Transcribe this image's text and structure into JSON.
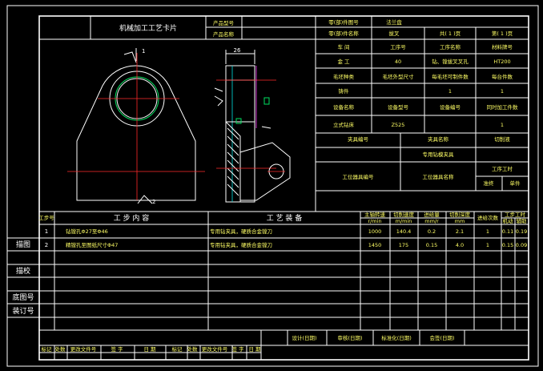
{
  "header": {
    "card_title": "机械加工工艺卡片",
    "product_model_label": "产品型号",
    "product_name_label": "产品名称",
    "part_no_label": "零(部)件图号",
    "part_no_value": "法兰盘",
    "part_name_label": "零(部)件名称",
    "part_name_value": "拔叉",
    "sheet_total": "共( 1 )页",
    "sheet_no": "第( 1 )页"
  },
  "info_rows": [
    [
      "车 间",
      "工序号",
      "工序名称",
      "材料牌号"
    ],
    [
      "金 工",
      "40",
      "钻、镗拔叉叉孔",
      "HT200"
    ],
    [
      "毛坯种类",
      "毛坯外型尺寸",
      "每毛坯可制件数",
      "每台件数"
    ],
    [
      "铸件",
      "",
      "1",
      "1"
    ],
    [
      "设备名称",
      "设备型号",
      "设备编号",
      "同时加工件数"
    ],
    [
      "立式钻床",
      "Z525",
      "",
      "1"
    ]
  ],
  "fixture": {
    "no_label": "夹具编号",
    "name_label": "夹具名称",
    "coolant_label": "切削液",
    "name_value": "专用钻模夹具",
    "tool_no_label": "工位器具编号",
    "tool_name_label": "工位器具名称",
    "hours_label": "工序工时",
    "prep_label": "准终",
    "unit_label": "单件"
  },
  "drawing": {
    "dim_label": "26",
    "mark_1": "1",
    "mark_2": "2"
  },
  "table": {
    "col_step": "工步号",
    "col_content": "工 步 内 容",
    "col_equip": "工 艺 装 备",
    "col_speed": "主轴转速",
    "col_speed_unit": "r/min",
    "col_cut": "切削速度",
    "col_cut_unit": "m/min",
    "col_feed": "进给量",
    "col_feed_unit": "mm/r",
    "col_depth": "切削深度",
    "col_depth_unit": "mm",
    "col_passes": "进给次数",
    "col_time": "工步工时",
    "col_time_a": "机动",
    "col_time_b": "辅助",
    "rows": [
      {
        "no": "1",
        "content": "钻镗孔Φ27至Φ46",
        "equip": "专用钻夹具，硬质合金镗刀",
        "speed": "1000",
        "cut": "140.4",
        "feed": "0.2",
        "depth": "2.1",
        "passes": "1",
        "t1": "0.11",
        "t2": "0.19"
      },
      {
        "no": "2",
        "content": "精镗孔至图纸尺寸Φ47",
        "equip": "专用钻夹具，硬质合金镗刀",
        "speed": "1450",
        "cut": "175",
        "feed": "0.15",
        "depth": "4.0",
        "passes": "1",
        "t1": "0.15",
        "t2": "0.09"
      }
    ]
  },
  "left_labels": [
    "描图",
    "描校",
    "底图号",
    "装订号"
  ],
  "sign": {
    "design": "设计(日期)",
    "review": "审核(日期)",
    "standard": "标准化(日期)",
    "sign": "会签(日期)",
    "cols": [
      "标记",
      "处数",
      "更改文件号",
      "签 字",
      "日 期",
      "标记",
      "处数",
      "更改文件号",
      "签 字",
      "日 期"
    ]
  }
}
